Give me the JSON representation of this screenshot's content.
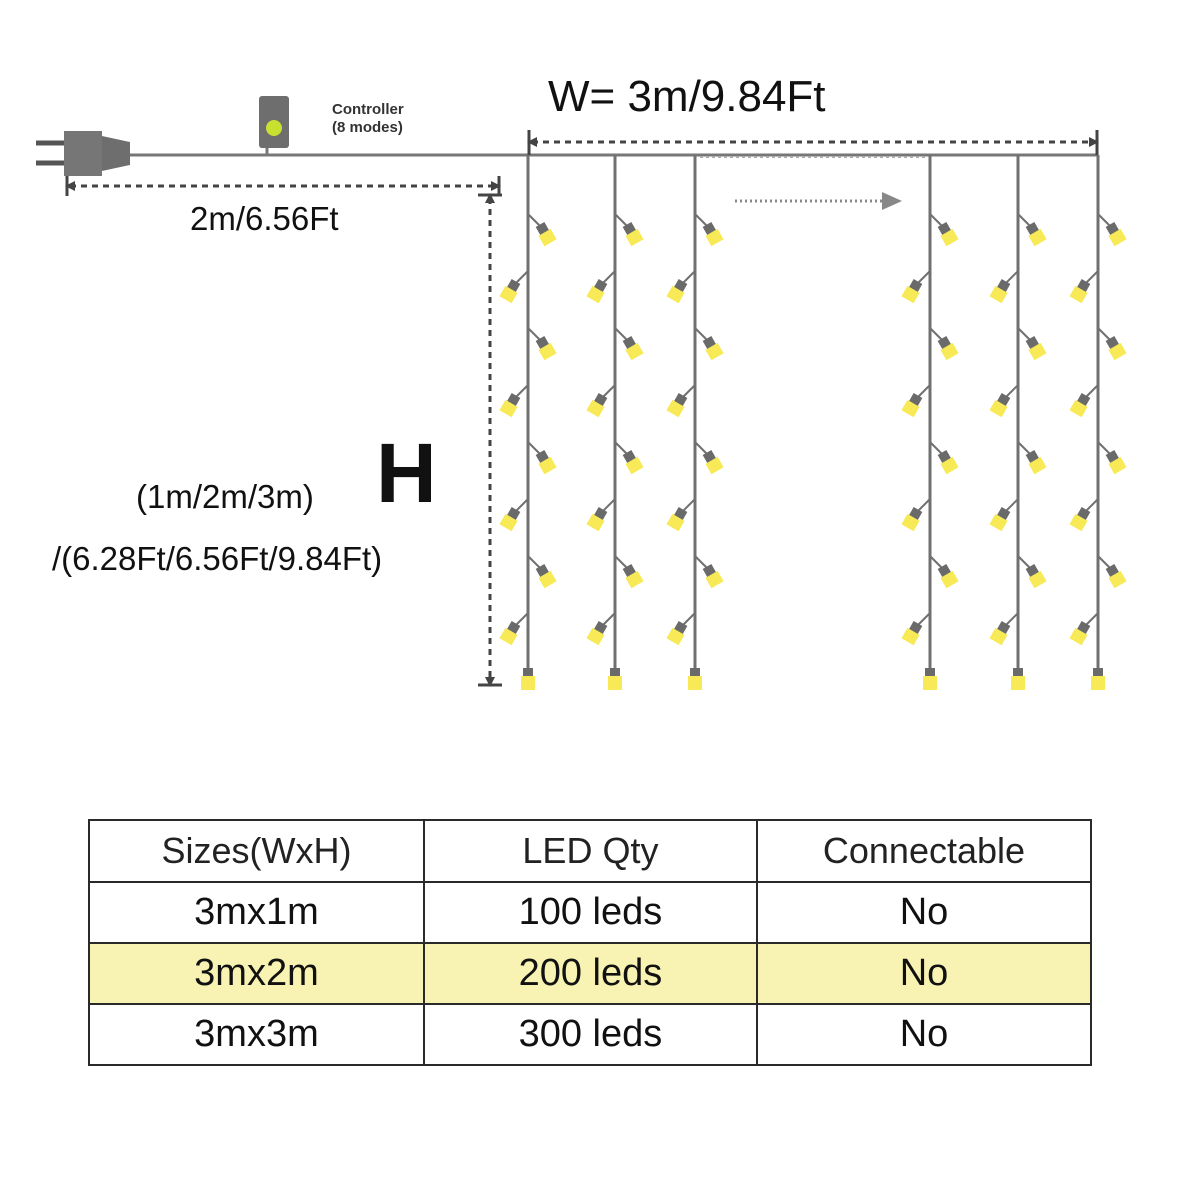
{
  "diagram": {
    "width_label": "W=  3m/9.84Ft",
    "controller_label": [
      "Controller",
      "(8 modes)"
    ],
    "lead_length": "2m/6.56Ft",
    "height_symbol": "H",
    "height_metric": "(1m/2m/3m)",
    "height_imperial": "/(6.28Ft/6.56Ft/9.84Ft)",
    "led_color": "#f7ea56",
    "wire_color": "#707070",
    "icons": [
      "plug-icon",
      "controller-icon",
      "led-bulb-icon",
      "arrow-right-icon"
    ]
  },
  "table": {
    "headers": [
      "Sizes(WxH)",
      "LED Qty",
      "Connectable"
    ],
    "rows": [
      {
        "size": "3mx1m",
        "qty": "100 leds",
        "connectable": "No",
        "highlight": false
      },
      {
        "size": "3mx2m",
        "qty": "200 leds",
        "connectable": "No",
        "highlight": true
      },
      {
        "size": "3mx3m",
        "qty": "300 leds",
        "connectable": "No",
        "highlight": false
      }
    ],
    "highlight_color": "#f8f3b2"
  }
}
